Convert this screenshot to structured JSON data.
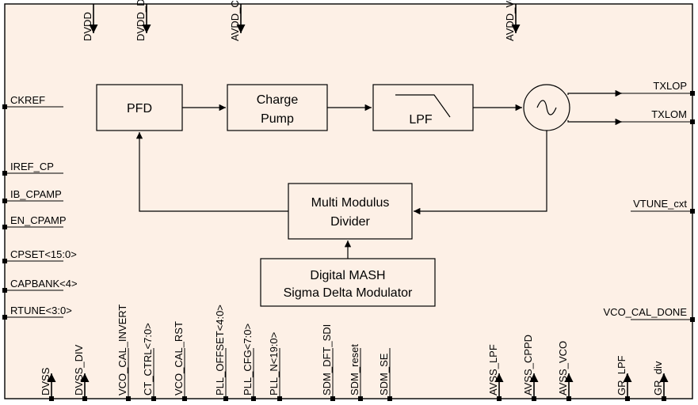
{
  "colors": {
    "background": "#fdf0e6",
    "border": "#000000",
    "line": "#000000"
  },
  "blocks": {
    "pfd": "PFD",
    "charge_pump_1": "Charge",
    "charge_pump_2": "Pump",
    "lpf": "LPF",
    "divider_1": "Multi Modulus",
    "divider_2": "Divider",
    "mash_1": "Digital MASH",
    "mash_2": "Sigma Delta Modulator"
  },
  "pins": {
    "top": [
      "DVDD",
      "DVDD_DIV",
      "AVDD_CPPD",
      "AVDD_VCO"
    ],
    "left": [
      "CKREF",
      "IREF_CP",
      "IB_CPAMP",
      "EN_CPAMP",
      "CPSET<15:0>",
      "CAPBANK<4>",
      "RTUNE<3:0>"
    ],
    "right": [
      "TXLOP",
      "TXLOM",
      "VTUNE_cxt",
      "VCO_CAL_DONE"
    ],
    "bottom": [
      "DVSS",
      "DVSS_DIV",
      "VCO_CAL_INVERT",
      "CT_CTRL<7:0>",
      "VCO_CAL_RST",
      "PLL_OFFSET<4:0>",
      "PLL_CFG<7:0>",
      "PLL_N<19:0>",
      "SDM_DFT_SDI",
      "SDM_reset",
      "SDM_SE",
      "AVSS_LPF",
      "AVSS_CPPD",
      "AVSS_VCO",
      "GR_LPF",
      "GR_div"
    ]
  }
}
